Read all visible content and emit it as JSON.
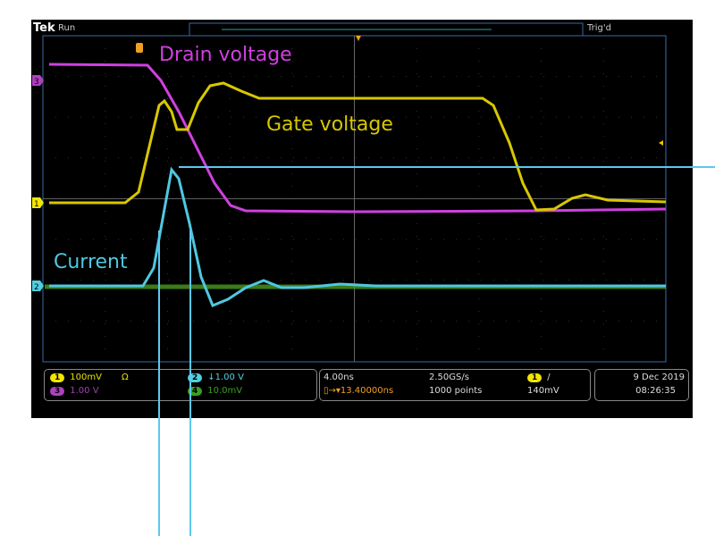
{
  "header": {
    "brand": "Tek",
    "state": "Run",
    "trigger_status": "Trig'd"
  },
  "annotations": {
    "drain": "Drain voltage",
    "gate": "Gate voltage",
    "current": "Current"
  },
  "channels": [
    {
      "num": "1",
      "scale": "100mV",
      "extra": "Ω",
      "color": "#f2e600"
    },
    {
      "num": "2",
      "scale": "↓1.00 V",
      "color": "#4fd0e0"
    },
    {
      "num": "3",
      "scale": "1.00 V",
      "color": "#b040c0"
    },
    {
      "num": "4",
      "scale": "10.0mV",
      "color": "#3aa020"
    }
  ],
  "horizontal": {
    "timebase": "4.00ns",
    "sample_rate": "2.50GS/s",
    "delay": "13.40000ns",
    "record": "1000 points"
  },
  "trigger": {
    "source": "1",
    "slope": "/",
    "level": "140mV"
  },
  "datetime": {
    "date": "9 Dec  2019",
    "time": "08:26:35"
  },
  "colors": {
    "drain": "#d040e0",
    "gate": "#d8c800",
    "current": "#4fc8e0",
    "annotation_line": "#5cc8f0",
    "trigger": "#f0a020"
  }
}
